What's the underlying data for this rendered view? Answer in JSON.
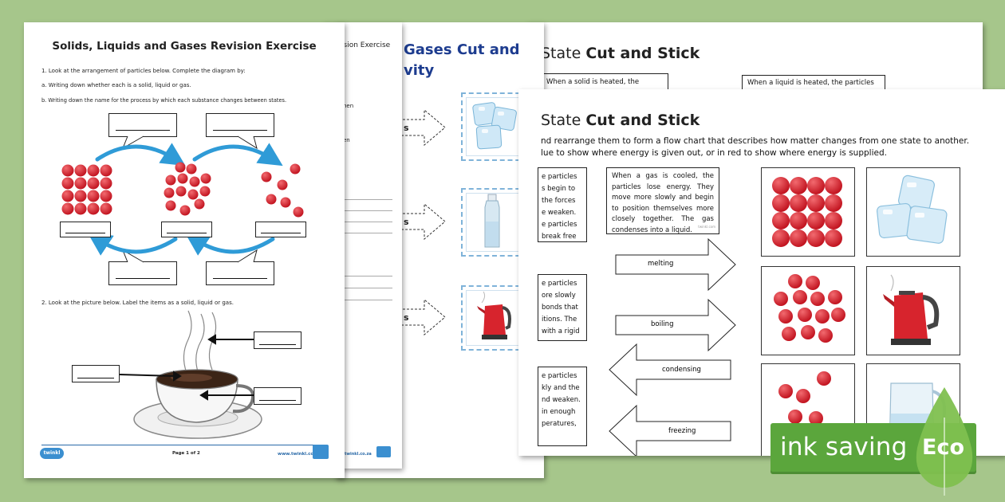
{
  "front_sheet": {
    "title": "Solids, Liquids and Gases Revision Exercise",
    "q1": "1.  Look at the arrangement of particles below. Complete the diagram by:",
    "q1a": "a.   Writing down whether each is a solid, liquid or gas.",
    "q1b": "b.   Writing down the name for the process by which each substance changes between states.",
    "q2": "2.  Look at the picture below. Label the items as a solid, liquid or gas.",
    "page": "Page 1 of 2",
    "site": "www.twinkl.co.za",
    "logo": "twinkl"
  },
  "revision_sheet_back": {
    "title_fragment": "ision Exercise",
    "line1": "hen",
    "line2": "en",
    "site": "twinkl.co.za"
  },
  "gases_sheet": {
    "title_line1": "Gases Cut and",
    "title_line2": "vity",
    "arrow_frags": [
      "s",
      "s",
      "s"
    ]
  },
  "cut_stick_sheet_top": {
    "title_prefix": "State ",
    "title_bold": "Cut and Stick",
    "box1": "When  a  solid  is  heated,  the",
    "box2": "When a liquid is heated, the particles"
  },
  "cut_stick_sheet": {
    "title_prefix": "State ",
    "title_bold": "Cut and Stick",
    "instr1": "nd rearrange them to form a flow chart that describes how matter changes from one state to another.",
    "instr2": "lue to show where energy is given out, or in red to show where energy is supplied.",
    "left_box1": [
      "e particles",
      "s begin to",
      "the forces",
      "e weaken.",
      "e particles",
      "break free"
    ],
    "left_box2": [
      "e particles",
      "ore slowly",
      "bonds that",
      "itions. The",
      "with a rigid"
    ],
    "left_box3": [
      "e particles",
      "kly and the",
      "nd weaken.",
      "in   enough",
      "peratures,"
    ],
    "gas_box": "When a gas is cooled, the particles lose energy. They move more slowly and begin to position themselves more closely together. The gas condenses into a liquid.",
    "arrows": [
      "melting",
      "boiling",
      "condensing",
      "freezing"
    ],
    "watermark": "twinkl.com"
  },
  "eco_banner": {
    "text": "ink saving",
    "eco": "Eco"
  },
  "colors": {
    "background": "#a6c68b",
    "particle": "#d8202c",
    "arrow_blue": "#2f9bd7",
    "eco_green": "#5ba63c",
    "title_blue": "#1d3c8f"
  }
}
